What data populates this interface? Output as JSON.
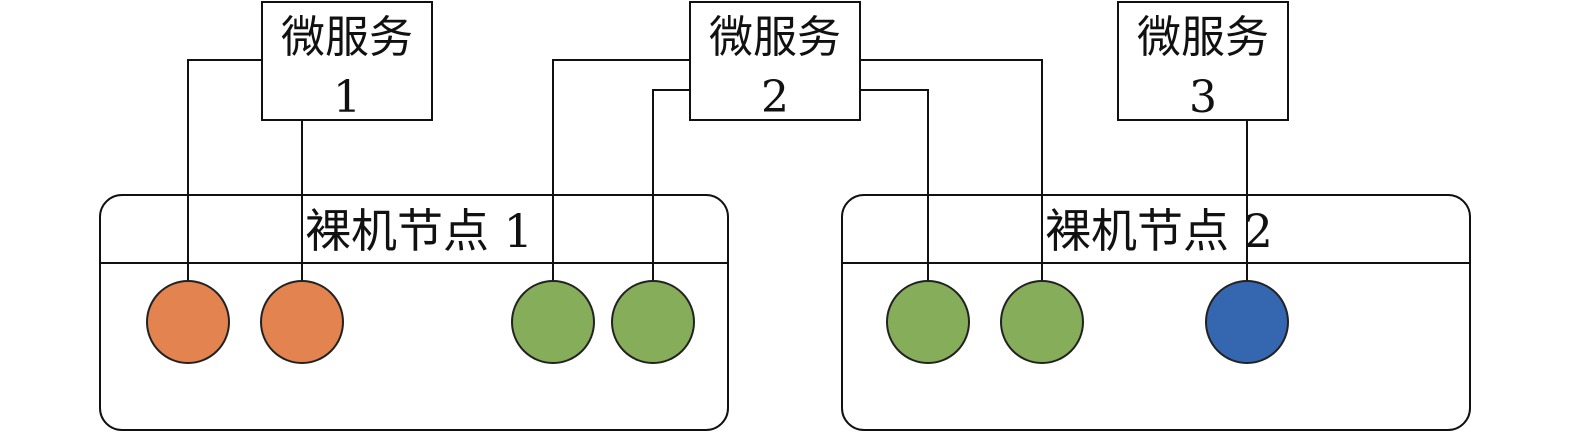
{
  "microservices": [
    {
      "label_line1": "微服务",
      "label_line2": "1"
    },
    {
      "label_line1": "微服务",
      "label_line2": "2"
    },
    {
      "label_line1": "微服务",
      "label_line2": "3"
    }
  ],
  "nodes": [
    {
      "title": "裸机节点 1"
    },
    {
      "title": "裸机节点 2"
    }
  ],
  "colors": {
    "orange": "#E3834F",
    "green": "#86AE5A",
    "blue": "#3566B0",
    "line": "#111111",
    "circle_stroke": "#222222"
  }
}
